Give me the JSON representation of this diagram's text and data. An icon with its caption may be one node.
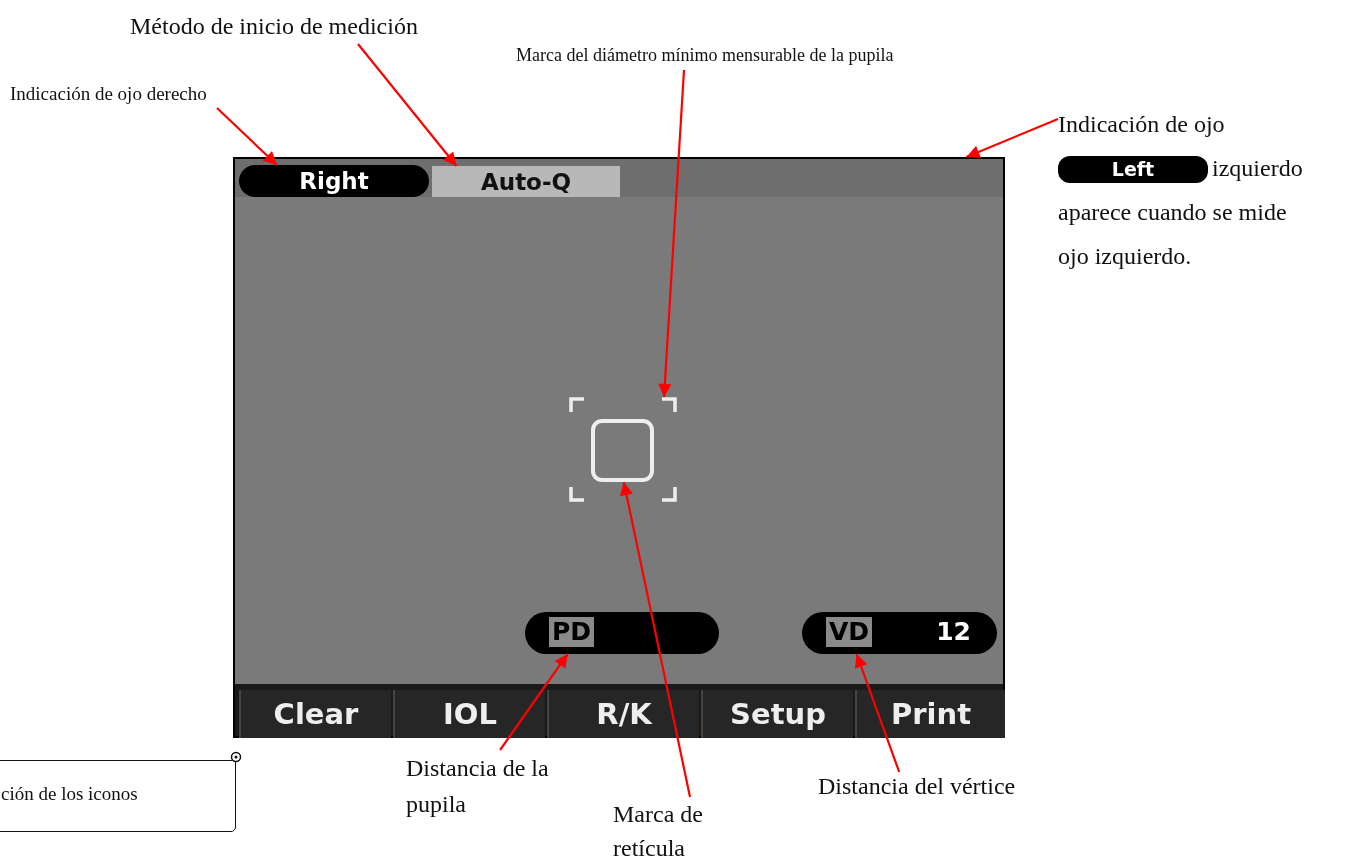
{
  "diagram": {
    "nodes": [
      {
        "text": [],
        "shape": "box"
      },
      {
        "text": [
          "Right"
        ],
        "in": 0
      },
      {
        "text": [
          "Auto-Q"
        ],
        "in": 0
      },
      {
        "text": [],
        "shape": "bracket",
        "in": 0
      },
      {
        "text": [],
        "shape": "box",
        "in": 3
      },
      {
        "text": [
          "PD"
        ],
        "in": 0
      },
      {
        "text": [
          "VD",
          "12"
        ],
        "in": 0
      },
      {
        "text": [
          "Clear"
        ],
        "in": 0
      },
      {
        "text": [
          "IOL"
        ],
        "in": 0
      },
      {
        "text": [
          "R/K"
        ],
        "in": 0
      },
      {
        "text": [
          "Setup"
        ],
        "in": 0
      },
      {
        "text": [
          "Print"
        ],
        "in": 0
      },
      {
        "text": [
          "Indicación de ojo derecho"
        ]
      },
      {
        "text": [
          "Método de inicio de medición"
        ]
      },
      {
        "text": [
          "Marca del diámetro mínimo mensurable de la pupila"
        ]
      },
      {
        "text": [
          "Indicación de ojo",
          "izquierdo aparece cuando se mide ojo izquierdo."
        ]
      },
      {
        "text": [
          "Left"
        ],
        "in": 15
      },
      {
        "text": [
          "Distancia de la pupila"
        ]
      },
      {
        "text": [
          "Marca de retícula"
        ]
      },
      {
        "text": [
          "Distancia del vértice"
        ]
      },
      {
        "text": [
          "ción de los iconos"
        ]
      }
    ],
    "edges": [
      {
        "from": 12,
        "to": 1,
        "arrow": "to"
      },
      {
        "from": 13,
        "to": 2,
        "arrow": "to"
      },
      {
        "from": 14,
        "to": 3,
        "arrow": "to"
      },
      {
        "from": 15,
        "to": 0,
        "arrow": "to"
      },
      {
        "from": 17,
        "to": 5,
        "arrow": "to"
      },
      {
        "from": 18,
        "to": 4,
        "arrow": "to"
      },
      {
        "from": 19,
        "to": 6,
        "arrow": "to"
      }
    ]
  }
}
